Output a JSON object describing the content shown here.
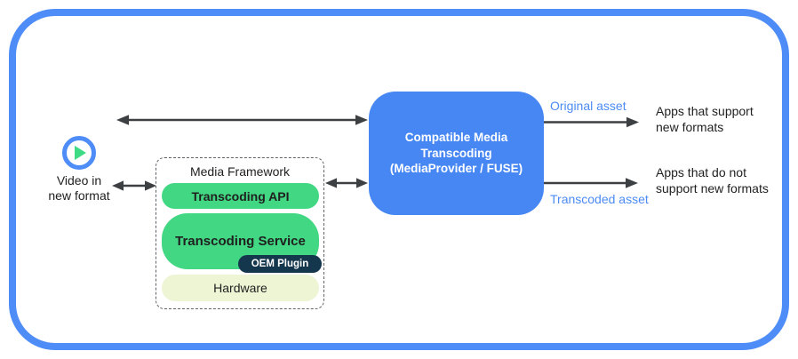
{
  "video_source": {
    "label": "Video in\nnew format",
    "icon": "play-icon"
  },
  "media_framework": {
    "title": "Media Framework",
    "layers": [
      {
        "label": "Transcoding API"
      },
      {
        "label": "Transcoding Service",
        "badge": "OEM Plugin"
      },
      {
        "label": "Hardware"
      }
    ]
  },
  "transcoder": {
    "title": "Compatible Media\nTranscoding\n(MediaProvider / FUSE)"
  },
  "flows": {
    "original": {
      "label": "Original asset",
      "destination": "Apps that support\nnew formats"
    },
    "transcoded": {
      "label": "Transcoded asset",
      "destination": "Apps that do not\nsupport new formats"
    }
  },
  "colors": {
    "frame_blue": "#4e8cf7",
    "box_blue": "#4787f3",
    "label_blue": "#4c8bf4",
    "pill_green": "#42d783",
    "play_green": "#3ddc84",
    "hardware_pale_green": "#edf5d4",
    "oem_dark_navy": "#14374e",
    "arrow_gray": "#3c4043"
  }
}
